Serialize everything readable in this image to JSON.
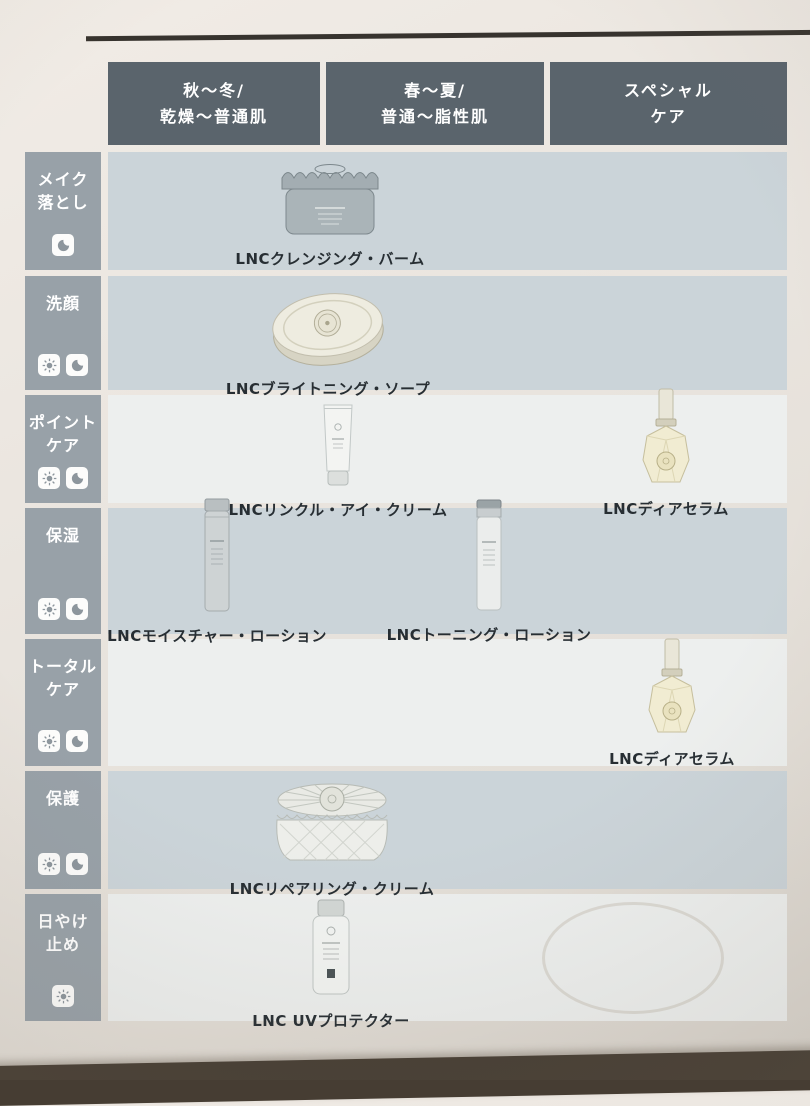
{
  "page": {
    "background": "#eae5df",
    "top_rule_color": "#37332e",
    "bottom_edge_color": "#463d33"
  },
  "colors": {
    "column_header_bg": "#5a646c",
    "row_header_bg": "#98a1a8",
    "band_dark": "#cbd4d9",
    "band_light": "#edefee",
    "header_text": "#ffffff",
    "product_label_text": "#272e33"
  },
  "icon_legend": {
    "sun": "sun-in-white-rounded-square",
    "moon": "moon-in-white-rounded-square"
  },
  "chart": {
    "columns": [
      {
        "line1": "秋～冬/",
        "line2": "乾燥～普通肌"
      },
      {
        "line1": "春～夏/",
        "line2": "普通～脂性肌"
      },
      {
        "line1": "スペシャル",
        "line2": "ケア"
      }
    ],
    "rows": [
      {
        "label": [
          "メイク",
          "落とし"
        ],
        "icons": [
          "moon"
        ]
      },
      {
        "label": [
          "洗顔"
        ],
        "icons": [
          "sun",
          "moon"
        ]
      },
      {
        "label": [
          "ポイント",
          "ケア"
        ],
        "icons": [
          "sun",
          "moon"
        ]
      },
      {
        "label": [
          "保湿"
        ],
        "icons": [
          "sun",
          "moon"
        ]
      },
      {
        "label": [
          "トータル",
          "ケア"
        ],
        "icons": [
          "sun",
          "moon"
        ]
      },
      {
        "label": [
          "保護"
        ],
        "icons": [
          "sun",
          "moon"
        ]
      },
      {
        "label": [
          "日やけ",
          "止め"
        ],
        "icons": [
          "sun"
        ]
      }
    ],
    "products": [
      {
        "name": "LNCクレンジング・バーム",
        "row": "メイク落とし",
        "columns": "秋～冬/春～夏"
      },
      {
        "name": "LNCブライトニング・ソープ",
        "row": "洗顔",
        "columns": "秋～冬/春～夏"
      },
      {
        "name": "LNCリンクル・アイ・クリーム",
        "row": "ポイントケア",
        "columns": "秋～冬/春～夏"
      },
      {
        "name": "LNCディアセラム",
        "row": "ポイントケア",
        "columns": "スペシャルケア"
      },
      {
        "name": "LNCモイスチャー・ローション",
        "row": "保湿",
        "columns": "秋～冬"
      },
      {
        "name": "LNCトーニング・ローション",
        "row": "保湿",
        "columns": "春～夏"
      },
      {
        "name": "LNCディアセラム",
        "row": "トータルケア",
        "columns": "スペシャルケア"
      },
      {
        "name": "LNCリペアリング・クリーム",
        "row": "保護",
        "columns": "秋～冬/春～夏"
      },
      {
        "name": "LNC UVプロテクター",
        "row": "日やけ止め",
        "columns": "秋～冬/春～夏"
      }
    ]
  }
}
